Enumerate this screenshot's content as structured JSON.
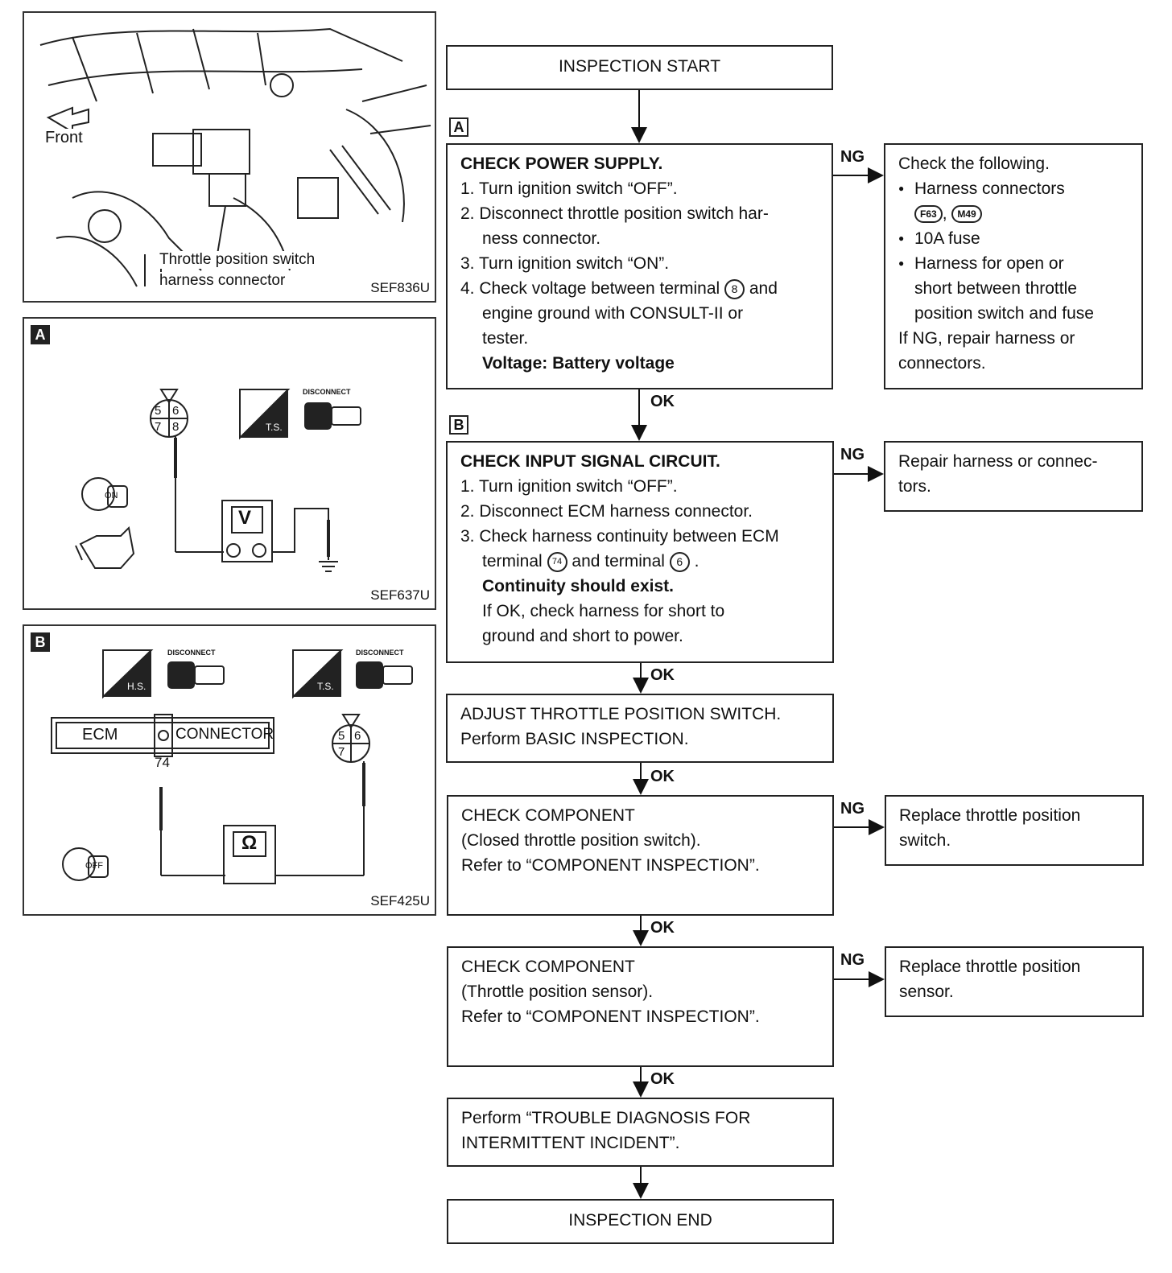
{
  "panels": {
    "engine": {
      "code": "SEF836U",
      "front_label": "Front",
      "connector_label_1": "Throttle position switch",
      "connector_label_2": "harness connector"
    },
    "a": {
      "tag": "A",
      "code": "SEF637U",
      "pins": [
        "5",
        "6",
        "7",
        "8"
      ],
      "meter_symbol": "V",
      "disconnect": "DISCONNECT",
      "ts": "T.S.",
      "key_state": "ON"
    },
    "b": {
      "tag": "B",
      "code": "SEF425U",
      "ecm_label": "ECM",
      "connector_label": "CONNECTOR",
      "terminal": "74",
      "pins": [
        "5",
        "6",
        "7"
      ],
      "meter_symbol": "Ω",
      "disconnect": "DISCONNECT",
      "hs": "H.S.",
      "ts": "T.S.",
      "key_state": "OFF"
    }
  },
  "flow": {
    "start": "INSPECTION START",
    "power": {
      "tag": "A",
      "title": "CHECK POWER SUPPLY.",
      "steps": [
        "1. Turn ignition switch “OFF”.",
        "2. Disconnect throttle position switch har-",
        "ness connector.",
        "3. Turn ignition switch “ON”.",
        "4. Check voltage between terminal",
        "and",
        "engine ground with CONSULT-II or",
        "tester."
      ],
      "terminal": "8",
      "result": "Voltage: Battery voltage"
    },
    "power_ng": {
      "title": "Check the following.",
      "item1": "Harness connectors",
      "conn1": "F63",
      "conn2": "M49",
      "item2": "10A fuse",
      "item3a": "Harness for open or",
      "item3b": "short between throttle",
      "item3c": "position switch and fuse",
      "foot1": "If NG, repair harness or",
      "foot2": "connectors."
    },
    "input": {
      "tag": "B",
      "title": "CHECK INPUT SIGNAL CIRCUIT.",
      "s1": "1. Turn ignition switch “OFF”.",
      "s2": "2. Disconnect ECM harness connector.",
      "s3a": "3. Check harness continuity between ECM",
      "s3b": "terminal",
      "s3c": "and terminal",
      "t1": "74",
      "t2": "6",
      "result": "Continuity should exist.",
      "extra1": "If OK, check harness for short to",
      "extra2": "ground and short to power."
    },
    "input_ng": {
      "line1": "Repair harness or connec-",
      "line2": "tors."
    },
    "adjust": {
      "line1": "ADJUST THROTTLE POSITION SWITCH.",
      "line2": "Perform BASIC INSPECTION."
    },
    "comp1": {
      "line1": "CHECK COMPONENT",
      "line2": "(Closed throttle position switch).",
      "line3": "Refer to “COMPONENT INSPECTION”."
    },
    "comp1_ng": {
      "line1": "Replace throttle position",
      "line2": "switch."
    },
    "comp2": {
      "line1": "CHECK COMPONENT",
      "line2": "(Throttle position sensor).",
      "line3": "Refer to “COMPONENT INSPECTION”."
    },
    "comp2_ng": {
      "line1": "Replace throttle position",
      "line2": "sensor."
    },
    "perform": {
      "line1": "Perform “TROUBLE DIAGNOSIS FOR",
      "line2": "INTERMITTENT INCIDENT”."
    },
    "end": "INSPECTION END",
    "ok": "OK",
    "ng": "NG"
  }
}
